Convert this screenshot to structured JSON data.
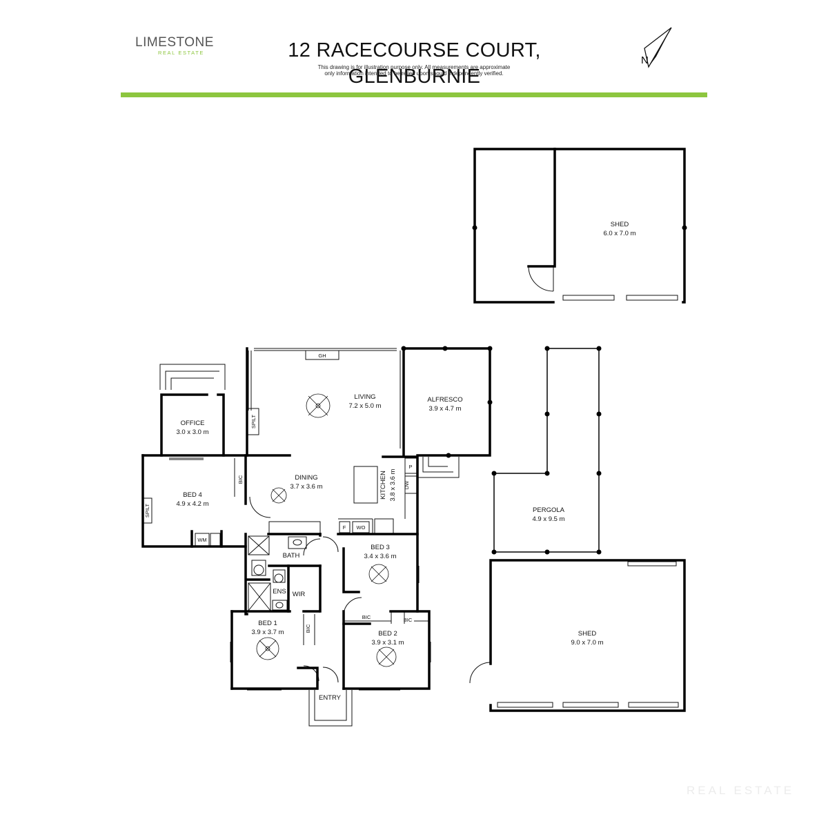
{
  "header": {
    "brand_word": "LIMESTONE",
    "brand_sub": "REAL ESTATE",
    "title": "12 RACECOURSE COURT, GLENBURNIE",
    "disclaimer_line1": "This drawing is for illustration purpose only. All measurements are approximate",
    "disclaimer_line2": "only information intended to be relied upon should independently verified.",
    "compass_letter": "N",
    "accent_color": "#8dc63f"
  },
  "rooms": {
    "shed_top": {
      "name": "SHED",
      "size": "6.0 x 7.0 m"
    },
    "living": {
      "name": "LIVING",
      "size": "7.2 x 5.0 m"
    },
    "alfresco": {
      "name": "ALFRESCO",
      "size": "3.9 x 4.7 m"
    },
    "office": {
      "name": "OFFICE",
      "size": "3.0 x 3.0 m"
    },
    "dining": {
      "name": "DINING",
      "size": "3.7 x 3.6 m"
    },
    "kitchen": {
      "name": "KITCHEN",
      "size": "3.8 x 3.6 m"
    },
    "bed4": {
      "name": "BED 4",
      "size": "4.9 x 4.2 m"
    },
    "pergola": {
      "name": "PERGOLA",
      "size": "4.9 x 9.5 m"
    },
    "bed3": {
      "name": "BED 3",
      "size": "3.4 x 3.6 m"
    },
    "bath": {
      "name": "BATH"
    },
    "ens": {
      "name": "ENS"
    },
    "wir": {
      "name": "WIR"
    },
    "bed1": {
      "name": "BED 1",
      "size": "3.9 x 3.7 m"
    },
    "bed2": {
      "name": "BED 2",
      "size": "3.9 x 3.1 m"
    },
    "shed_bottom": {
      "name": "SHED",
      "size": "9.0 x 7.0 m"
    },
    "entry": {
      "name": "ENTRY"
    }
  },
  "fixtures": {
    "gh": "GH",
    "split": "SPILT",
    "bic": "BIC",
    "p": "P",
    "dw": "DW",
    "f": "F",
    "wo": "WO",
    "wm": "WM"
  },
  "watermark": "REAL ESTATE"
}
